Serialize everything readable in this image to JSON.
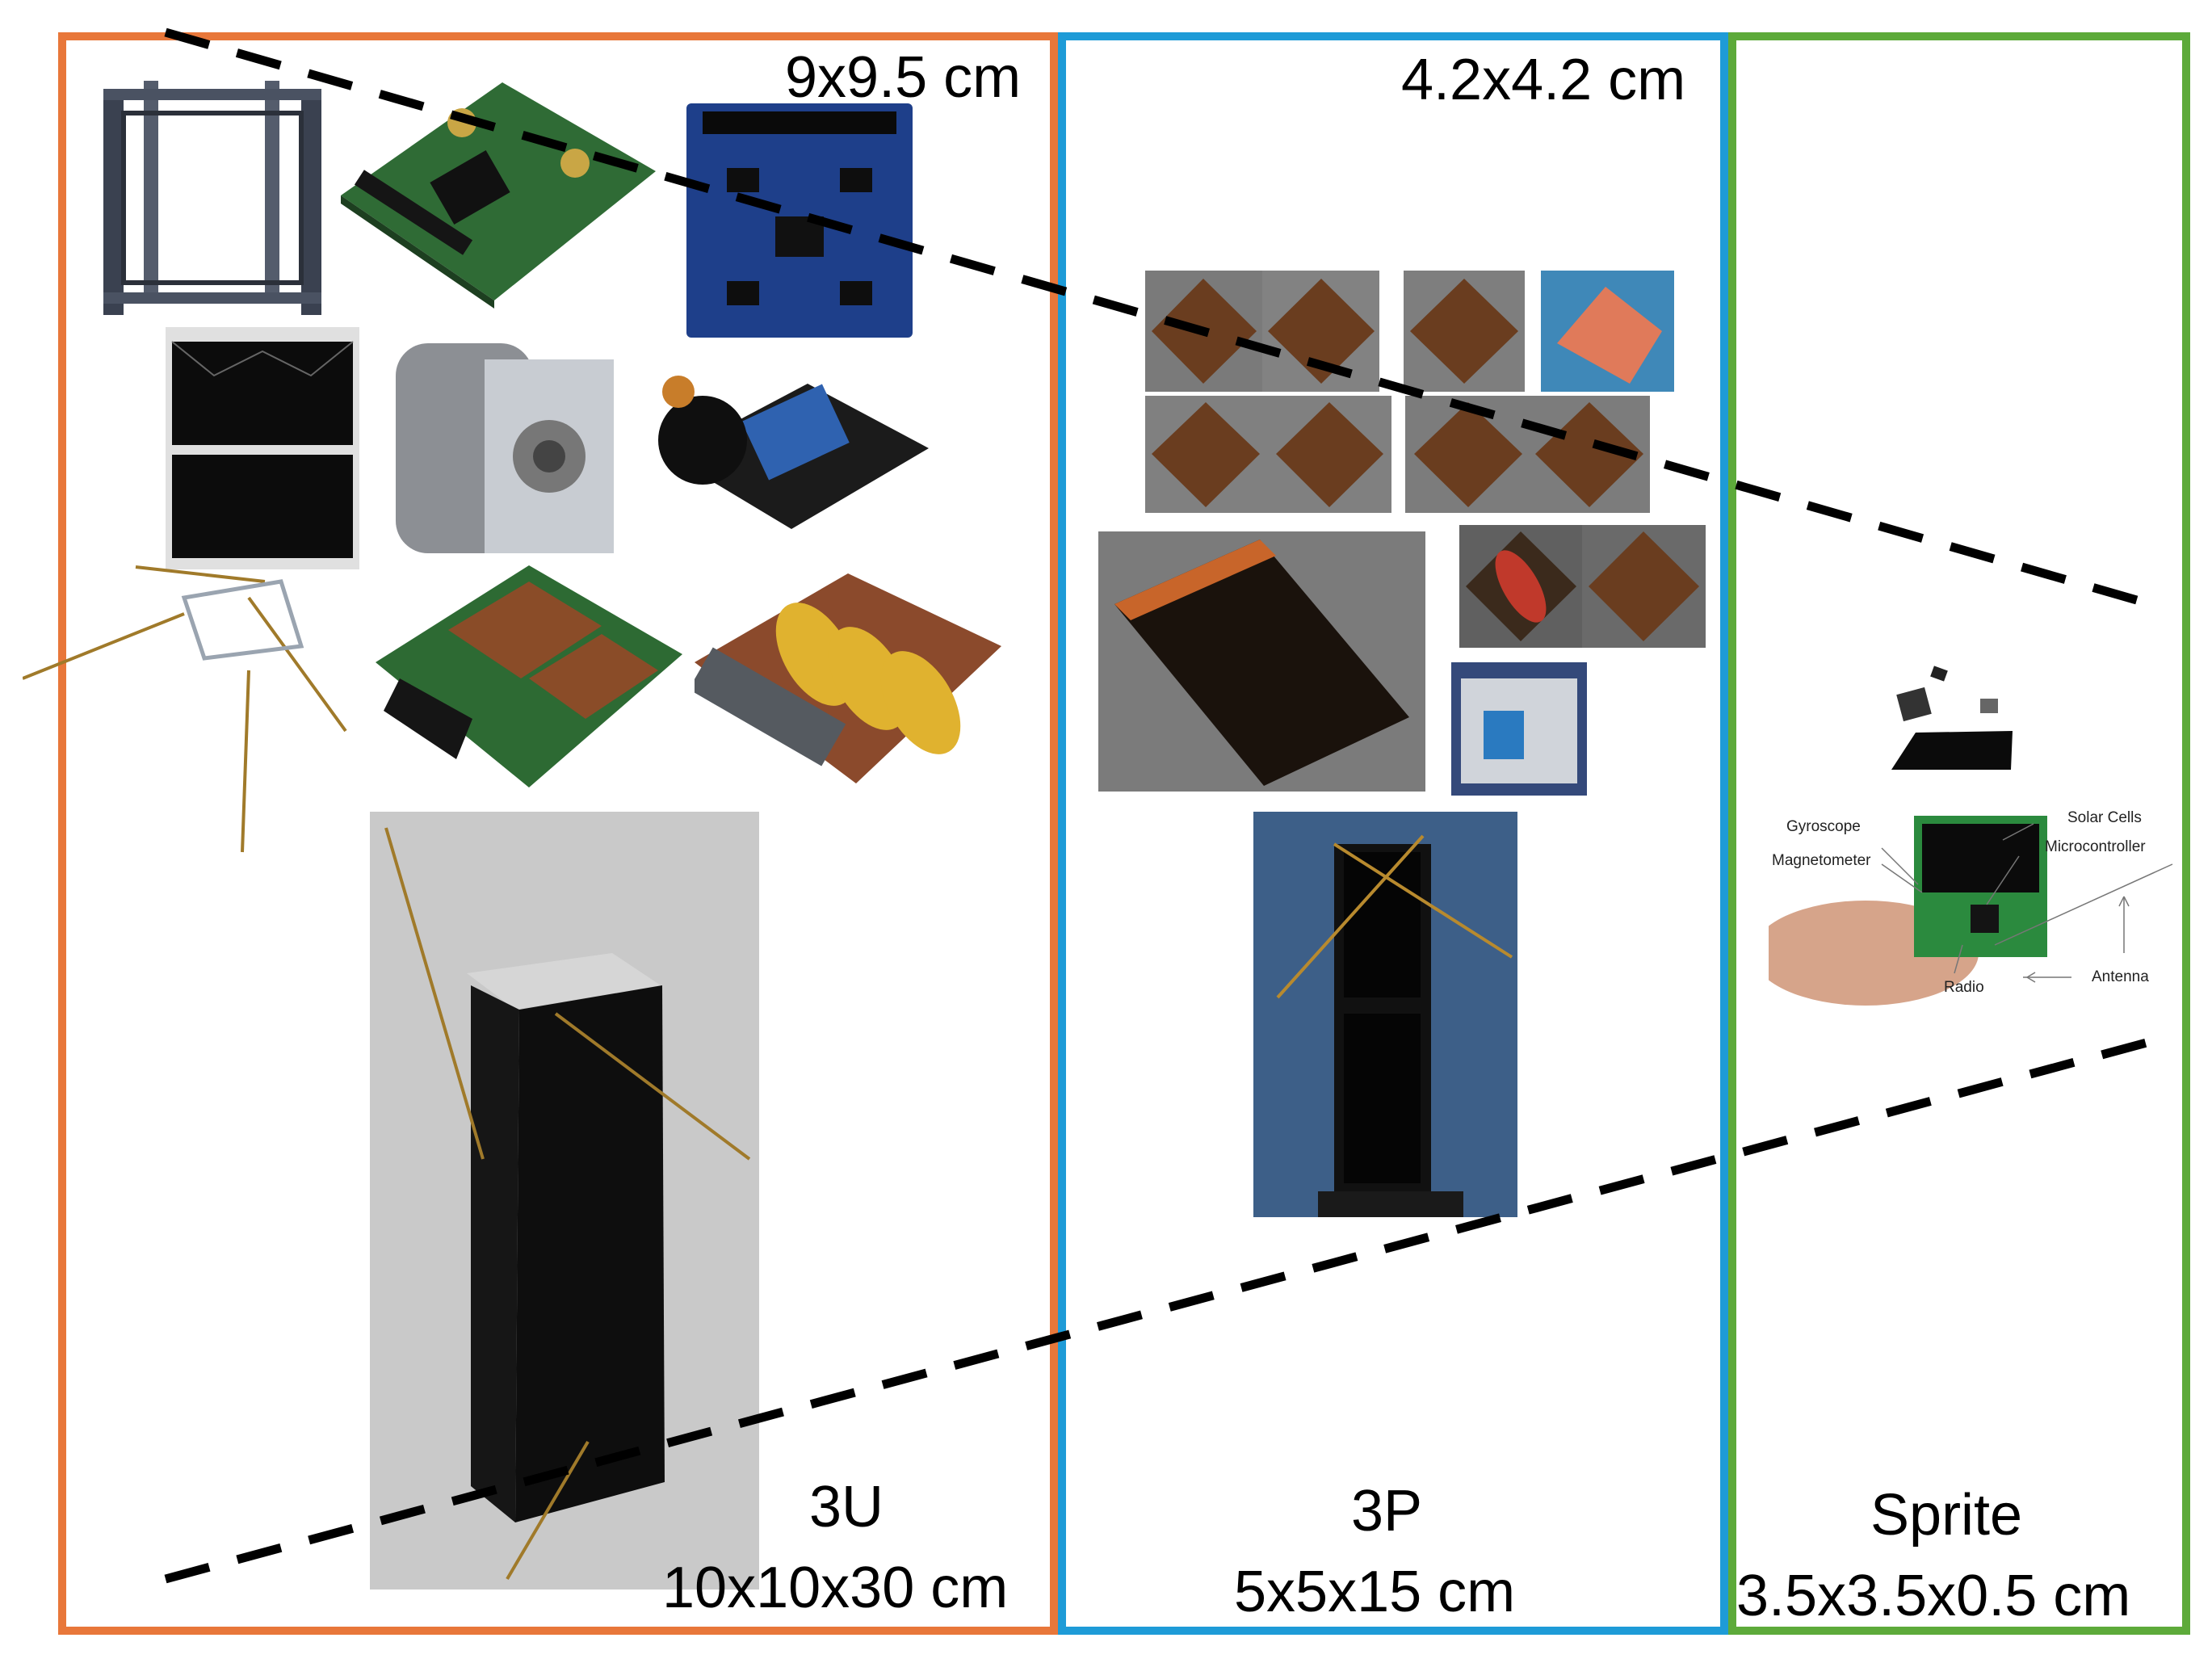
{
  "colors": {
    "panel_3u": "#E8773A",
    "panel_3p": "#1E9BD7",
    "panel_sprite": "#5DAA3A",
    "dash": "#000000"
  },
  "panels": {
    "u3": {
      "top_dimension": "9x9.5 cm",
      "name": "3U",
      "size": "10x10x30 cm"
    },
    "p3": {
      "top_dimension": "4.2x4.2 cm",
      "name": "3P",
      "size": "5x5x15 cm"
    },
    "sprite": {
      "name": "Sprite",
      "size": "3.5x3.5x0.5 cm",
      "callouts": {
        "gyroscope": "Gyroscope",
        "magnetometer": "Magnetometer",
        "solar_cells": "Solar Cells",
        "microcontroller": "Microcontroller",
        "radio": "Radio",
        "antenna": "Antenna"
      }
    }
  },
  "icons": {
    "frame": "cubesat-frame-icon",
    "board": "circuit-board-icon",
    "battery": "battery-pack-icon",
    "solar": "solar-panel-icon"
  }
}
